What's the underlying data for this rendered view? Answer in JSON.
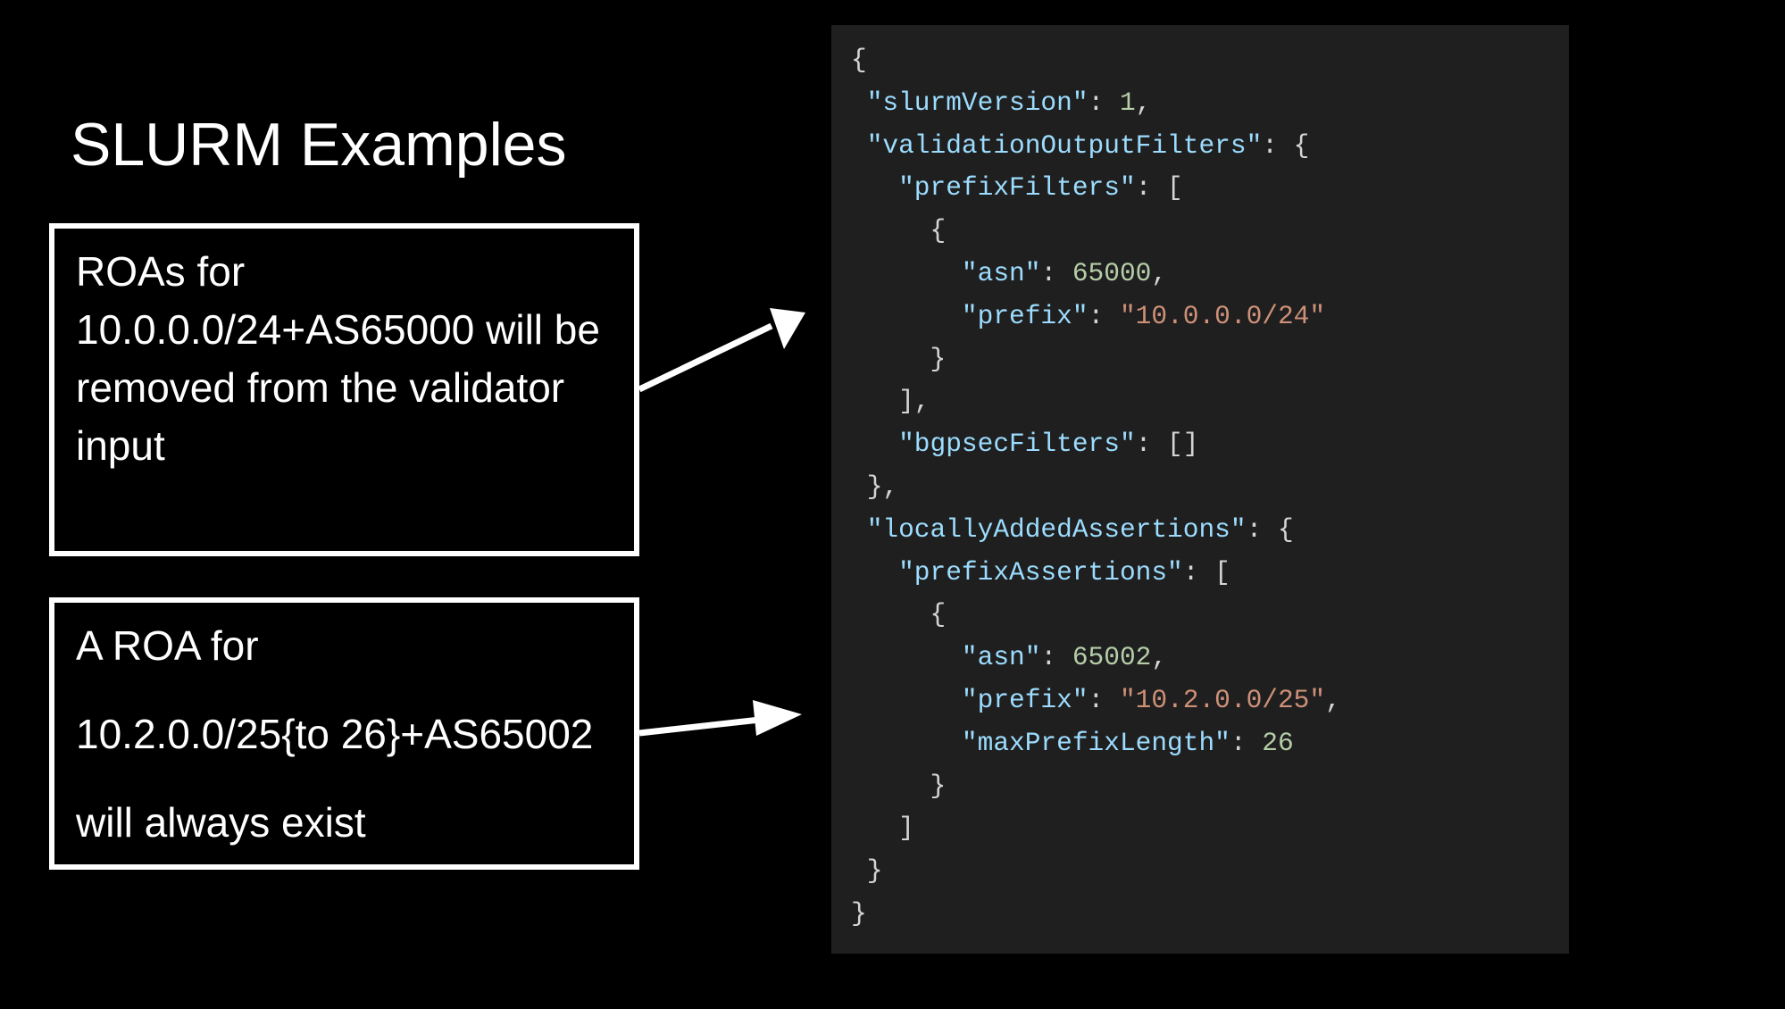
{
  "slide": {
    "title": "SLURM Examples",
    "callouts": [
      {
        "text": "ROAs for 10.0.0.0/24+AS65000 will be removed from the validator input"
      },
      {
        "lines": [
          "A ROA for",
          "10.2.0.0/25{to 26}+AS65002",
          "will always exist"
        ]
      }
    ]
  },
  "code": {
    "keys": {
      "slurm_version": "\"slurmVersion\"",
      "validation_output_filters": "\"validationOutputFilters\"",
      "prefix_filters": "\"prefixFilters\"",
      "asn": "\"asn\"",
      "prefix": "\"prefix\"",
      "bgpsec_filters": "\"bgpsecFilters\"",
      "locally_added_assertions": "\"locallyAddedAssertions\"",
      "prefix_assertions": "\"prefixAssertions\"",
      "max_prefix_length": "\"maxPrefixLength\""
    },
    "values": {
      "slurm_version": "1",
      "filter_asn": "65000",
      "filter_prefix": "\"10.0.0.0/24\"",
      "assertion_asn": "65002",
      "assertion_prefix": "\"10.2.0.0/25\"",
      "assertion_max_prefix_length": "26"
    }
  },
  "colors": {
    "background": "#000000",
    "code_panel": "#1f1f1f",
    "code_key": "#9cdcfe",
    "code_number": "#b5cea8",
    "code_string": "#ce9178",
    "code_punctuation": "#d4d4d4"
  }
}
